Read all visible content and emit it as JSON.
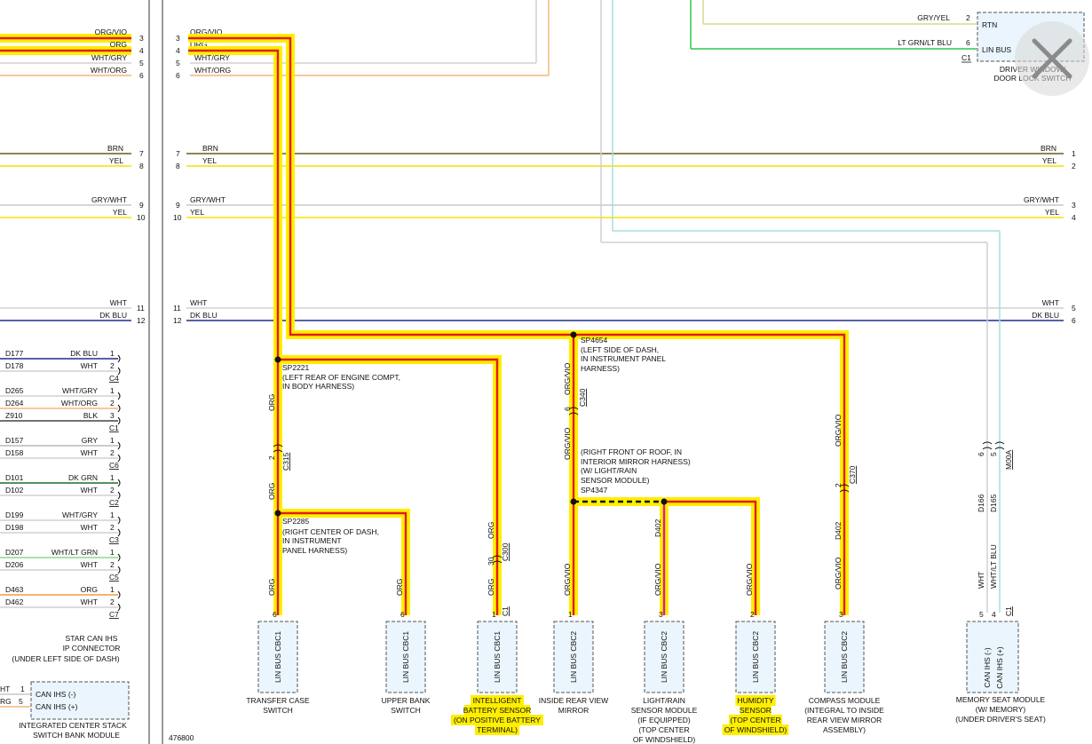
{
  "diagram_id": "476800",
  "close_icon": "close-icon",
  "colors": {
    "highlight": "#ffee00",
    "active_wire": "#e21b1b",
    "magenta_wire": "#e0189a",
    "brn": "#6d5a18",
    "yel": "#f2e400",
    "blu": "#1b2f8f",
    "grn": "#2cc94a",
    "lt_blu": "#a8dede",
    "gry": "#c8c8c8",
    "org": "#f4b77a"
  },
  "left_bus": [
    {
      "color": "ORG/VIO",
      "pin": "3"
    },
    {
      "color": "ORG",
      "pin": "4"
    },
    {
      "color": "WHT/GRY",
      "pin": "5"
    },
    {
      "color": "WHT/ORG",
      "pin": "6"
    },
    {
      "color": "BRN",
      "pin": "7"
    },
    {
      "color": "YEL",
      "pin": "8"
    },
    {
      "color": "GRY/WHT",
      "pin": "9"
    },
    {
      "color": "YEL",
      "pin": "10"
    },
    {
      "color": "WHT",
      "pin": "11"
    },
    {
      "color": "DK BLU",
      "pin": "12"
    }
  ],
  "mid_bus": [
    {
      "color": "ORG/VIO",
      "pin": "3"
    },
    {
      "color": "ORG",
      "pin": "4"
    },
    {
      "color": "WHT/GRY",
      "pin": "5"
    },
    {
      "color": "WHT/ORG",
      "pin": "6"
    },
    {
      "color": "BRN",
      "pin": "7"
    },
    {
      "color": "YEL",
      "pin": "8"
    },
    {
      "color": "GRY/WHT",
      "pin": "9"
    },
    {
      "color": "YEL",
      "pin": "10"
    },
    {
      "color": "WHT",
      "pin": "11"
    },
    {
      "color": "DK BLU",
      "pin": "12"
    }
  ],
  "right_bus": [
    {
      "color": "BRN",
      "pin": "1"
    },
    {
      "color": "YEL",
      "pin": "2"
    },
    {
      "color": "GRY/WHT",
      "pin": "3"
    },
    {
      "color": "YEL",
      "pin": "4"
    },
    {
      "color": "WHT",
      "pin": "5"
    },
    {
      "color": "DK BLU",
      "pin": "6"
    }
  ],
  "driver_window": {
    "pins": [
      {
        "color": "GRY/YEL",
        "pin": "2",
        "name": "RTN"
      },
      {
        "color": "LT GRN/LT BLU",
        "pin": "6",
        "name": "LIN BUS"
      }
    ],
    "connector": "C1",
    "label1": "DRIVER WINDOW/",
    "label2": "DOOR LOCK SWITCH"
  },
  "star_connector": {
    "rows": [
      {
        "circuit": "D177",
        "color": "DK BLU",
        "pin": "1"
      },
      {
        "circuit": "D178",
        "color": "WHT",
        "pin": "2"
      },
      {
        "conn": "C4"
      },
      {
        "circuit": "D265",
        "color": "WHT/GRY",
        "pin": "1"
      },
      {
        "circuit": "D264",
        "color": "WHT/ORG",
        "pin": "2"
      },
      {
        "circuit": "Z910",
        "color": "BLK",
        "pin": "3"
      },
      {
        "conn": "C1"
      },
      {
        "circuit": "D157",
        "color": "GRY",
        "pin": "1"
      },
      {
        "circuit": "D158",
        "color": "WHT",
        "pin": "2"
      },
      {
        "conn": "C6"
      },
      {
        "circuit": "D101",
        "color": "DK GRN",
        "pin": "1"
      },
      {
        "circuit": "D102",
        "color": "WHT",
        "pin": "2"
      },
      {
        "conn": "C2"
      },
      {
        "circuit": "D199",
        "color": "WHT/GRY",
        "pin": "1"
      },
      {
        "circuit": "D198",
        "color": "WHT",
        "pin": "2"
      },
      {
        "conn": "C3"
      },
      {
        "circuit": "D207",
        "color": "WHT/LT GRN",
        "pin": "1"
      },
      {
        "circuit": "D206",
        "color": "WHT",
        "pin": "2"
      },
      {
        "conn": "C5"
      },
      {
        "circuit": "D463",
        "color": "ORG",
        "pin": "1"
      },
      {
        "circuit": "D462",
        "color": "WHT",
        "pin": "2"
      },
      {
        "conn": "C7"
      }
    ],
    "label1": "STAR CAN IHS",
    "label2": "IP CONNECTOR",
    "label3": "(UNDER LEFT SIDE OF DASH)"
  },
  "center_stack": {
    "wire1": "HT",
    "pin1": "1",
    "wire2": "RG",
    "pin2": "5",
    "pin_names": [
      "CAN IHS (-)",
      "CAN IHS (+)"
    ],
    "label1": "INTEGRATED CENTER STACK",
    "label2": "SWITCH BANK MODULE"
  },
  "splices": {
    "sp2221": {
      "id": "SP2221",
      "l1": "(LEFT REAR OF ENGINE COMPT,",
      "l2": "IN BODY HARNESS)"
    },
    "sp2285": {
      "id": "SP2285",
      "l1": "(RIGHT CENTER OF DASH,",
      "l2": "IN INSTRUMENT",
      "l3": "PANEL HARNESS)"
    },
    "sp4654": {
      "id": "SP4654",
      "l1": "(LEFT SIDE OF DASH,",
      "l2": "IN INSTRUMENT PANEL",
      "l3": "HARNESS)"
    },
    "sp4347": {
      "id": "SP4347",
      "l1": "(RIGHT FRONT OF ROOF, IN",
      "l2": "INTERIOR MIRROR HARNESS)",
      "l3": "(W/ LIGHT/RAIN",
      "l4": "SENSOR MODULE)"
    }
  },
  "vertical_labels": {
    "org": "ORG",
    "orgvio": "ORG/VIO",
    "d402": "D402",
    "wht": "WHT",
    "whtltblu": "WHT/LT BLU",
    "d166": "D166",
    "d165": "D165",
    "c315": "C315",
    "c340": "C340",
    "c370": "C370",
    "c300": "C300",
    "m00a": "M00A",
    "c1": "C1",
    "p2": "2",
    "p6": "6",
    "p30": "30",
    "p5": "5"
  },
  "modules": [
    {
      "pin_name": "LIN BUS CBC1",
      "pin": "6",
      "lines": [
        "TRANSFER CASE",
        "SWITCH"
      ],
      "highlight": false
    },
    {
      "pin_name": "LIN BUS CBC1",
      "pin": "6",
      "lines": [
        "UPPER BANK",
        "SWITCH"
      ],
      "highlight": false
    },
    {
      "pin_name": "LIN BUS CBC1",
      "pin": "1",
      "conn": "C1",
      "lines": [
        "INTELLIGENT",
        "BATTERY SENSOR",
        "(ON POSITIVE BATTERY",
        "TERMINAL)"
      ],
      "highlight": true
    },
    {
      "pin_name": "LIN BUS CBC2",
      "pin": "1",
      "lines": [
        "INSIDE REAR VIEW",
        "MIRROR"
      ],
      "highlight": false
    },
    {
      "pin_name": "LIN BUS CBC2",
      "pin": "3",
      "lines": [
        "LIGHT/RAIN",
        "SENSOR MODULE",
        "(IF EQUIPPED)",
        "(TOP CENTER",
        "OF WINDSHIELD)"
      ],
      "highlight": false
    },
    {
      "pin_name": "LIN BUS CBC2",
      "pin": "2",
      "lines": [
        "HUMIDITY",
        "SENSOR",
        "(TOP CENTER",
        "OF WINDSHIELD)"
      ],
      "highlight": true
    },
    {
      "pin_name": "LIN BUS CBC2",
      "pin": "3",
      "lines": [
        "COMPASS MODULE",
        "(INTEGRAL TO INSIDE",
        "REAR VIEW MIRROR",
        "ASSEMBLY)"
      ],
      "highlight": false
    }
  ],
  "memory_seat": {
    "pin_names": [
      "CAN IHS (-)",
      "CAN IHS (+)"
    ],
    "pins": [
      "5",
      "4"
    ],
    "lines": [
      "MEMORY SEAT MODULE",
      "(W/ MEMORY)",
      "(UNDER DRIVER'S SEAT)"
    ]
  }
}
